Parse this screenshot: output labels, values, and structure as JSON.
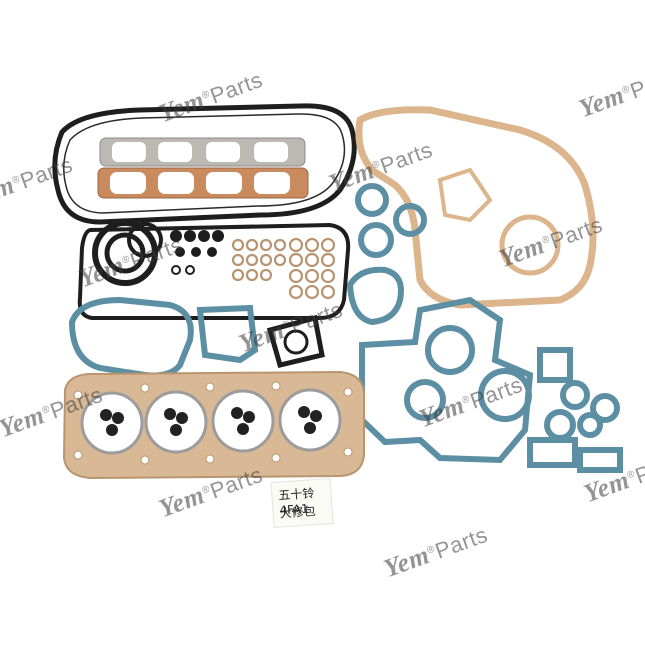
{
  "watermark": {
    "brand": "Yem",
    "suffix": "Parts",
    "registered": "®"
  },
  "label": {
    "line1": "五十铃 4FA1",
    "line2": "大修包"
  },
  "colors": {
    "background": "#ffffff",
    "copper_gasket": "#c98a5e",
    "steel_gasket": "#b9b6b0",
    "head_gasket": "#d9b895",
    "paper_gasket": "#e6c7a2",
    "blue_gasket": "#5c8fa3",
    "rubber": "#1e1e1e"
  }
}
